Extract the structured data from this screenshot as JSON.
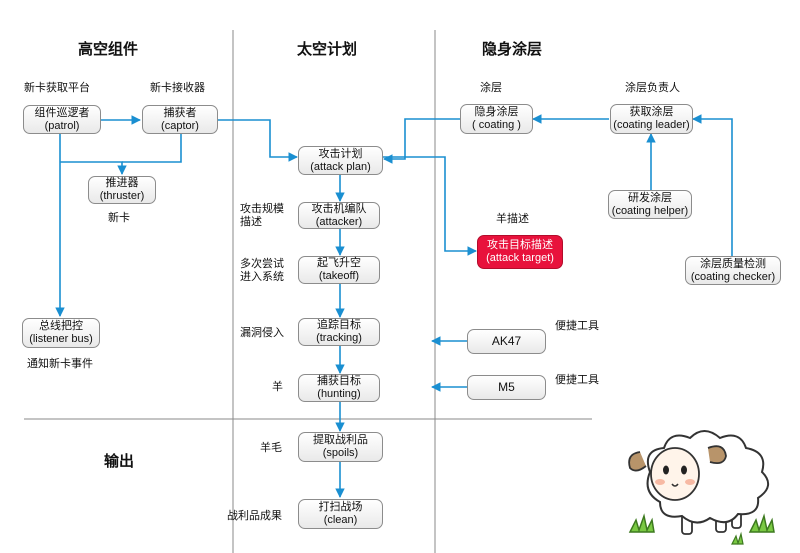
{
  "columns": {
    "left": "高空组件",
    "middle": "太空计划",
    "right": "隐身涂层",
    "output": "输出"
  },
  "labels": {
    "platform": "新卡获取平台",
    "receiver": "新卡接收器",
    "newcard": "新卡",
    "notify": "通知新卡事件",
    "coating": "涂层",
    "coating_owner": "涂层负责人",
    "attack_scale": "攻击规模\n描述",
    "multi_try": "多次尝试\n进入系统",
    "vuln": "漏洞侵入",
    "sheep1": "羊",
    "wool": "羊毛",
    "result": "战利品成果",
    "sheep_desc": "羊描述",
    "tool1": "便捷工具",
    "tool2": "便捷工具"
  },
  "nodes": {
    "patrol": {
      "line1": "组件巡逻者",
      "line2": "(patrol)"
    },
    "captor": {
      "line1": "捕获者",
      "line2": "(captor)"
    },
    "thruster": {
      "line1": "推进器",
      "line2": "(thruster)"
    },
    "listener": {
      "line1": "总线把控",
      "line2": "(listener bus)"
    },
    "attack_plan": {
      "line1": "攻击计划",
      "line2": "(attack plan)"
    },
    "attacker": {
      "line1": "攻击机编队",
      "line2": "(attacker)"
    },
    "takeoff": {
      "line1": "起飞升空",
      "line2": "(takeoff)"
    },
    "tracking": {
      "line1": "追踪目标",
      "line2": "(tracking)"
    },
    "hunting": {
      "line1": "捕获目标",
      "line2": "(hunting)"
    },
    "spoils": {
      "line1": "提取战利品",
      "line2": "(spoils)"
    },
    "clean": {
      "line1": "打扫战场",
      "line2": "(clean)"
    },
    "attack_target": {
      "line1": "攻击目标描述",
      "line2": "(attack target)"
    },
    "coating": {
      "line1": "隐身涂层",
      "line2": "( coating )"
    },
    "coating_leader": {
      "line1": "获取涂层",
      "line2": "(coating leader)"
    },
    "coating_helper": {
      "line1": "研发涂层",
      "line2": "(coating helper)"
    },
    "coating_checker": {
      "line1": "涂层质量检测",
      "line2": "(coating checker)"
    },
    "ak47": {
      "line1": "AK47"
    },
    "m5": {
      "line1": "M5"
    }
  },
  "colors": {
    "arrow": "#1a8fd1",
    "highlight": "#e8123c",
    "divider": "#8a8a8a"
  },
  "icons": {
    "mascot": "sheep-icon"
  }
}
